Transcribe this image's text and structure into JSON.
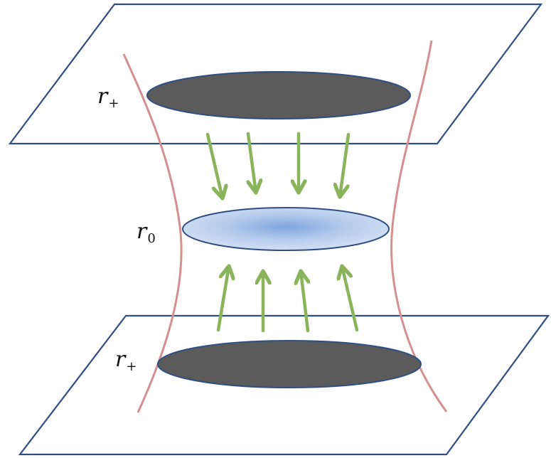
{
  "labels": {
    "top": {
      "base": "r",
      "sub": "+"
    },
    "middle": {
      "base": "r",
      "sub": "0"
    },
    "bottom": {
      "base": "r",
      "sub": "+"
    }
  },
  "colors": {
    "plane_edge": "#2f4f83",
    "horizon_disk": "#5b5b5b",
    "throat_curve": "#d48f91",
    "arrow": "#8ab45b",
    "throat_disk_light": "#dde7f7",
    "throat_disk_mid": "#b4cbec",
    "throat_disk_dark": "#7ea5df"
  },
  "arrows": {
    "upper_count": 4,
    "lower_count": 4,
    "upper_direction": "down",
    "lower_direction": "up"
  }
}
